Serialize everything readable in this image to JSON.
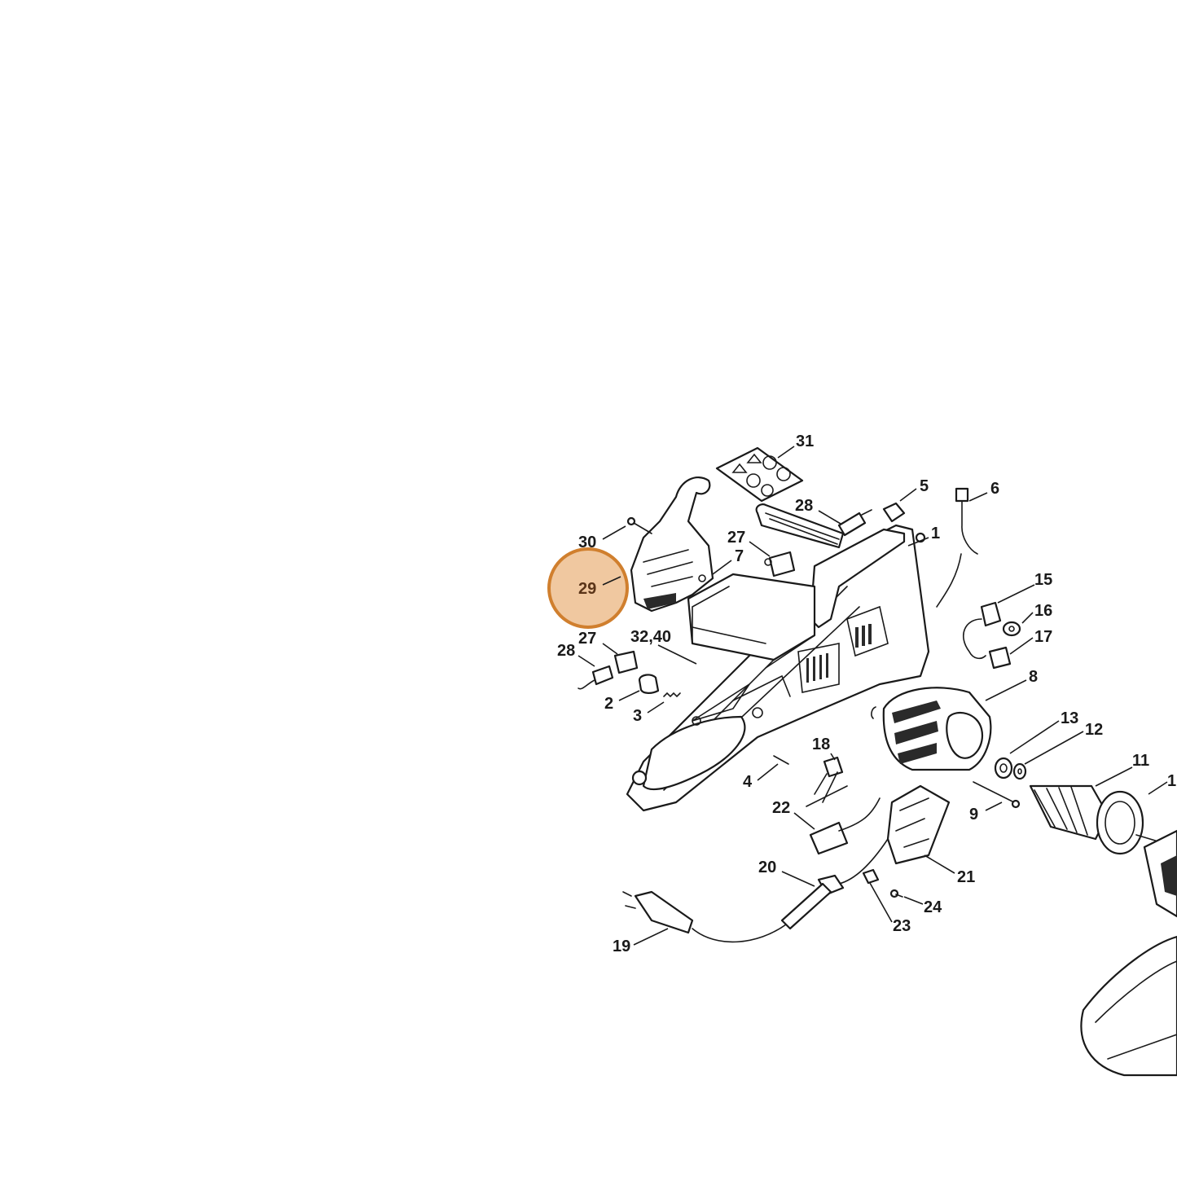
{
  "diagram": {
    "highlight_color": "#f0c8a0",
    "highlight_border": "#d07f2e",
    "highlighted_callout": "29",
    "callouts": [
      {
        "id": "c31",
        "text": "31"
      },
      {
        "id": "c5",
        "text": "5"
      },
      {
        "id": "c6",
        "text": "6"
      },
      {
        "id": "c28a",
        "text": "28"
      },
      {
        "id": "c1",
        "text": "1"
      },
      {
        "id": "c30",
        "text": "30"
      },
      {
        "id": "c27a",
        "text": "27"
      },
      {
        "id": "c7",
        "text": "7"
      },
      {
        "id": "c29",
        "text": "29"
      },
      {
        "id": "c15",
        "text": "15"
      },
      {
        "id": "c16",
        "text": "16"
      },
      {
        "id": "c17",
        "text": "17"
      },
      {
        "id": "c27b",
        "text": "27"
      },
      {
        "id": "c3240",
        "text": "32,40"
      },
      {
        "id": "c28b",
        "text": "28"
      },
      {
        "id": "c8",
        "text": "8"
      },
      {
        "id": "c2",
        "text": "2"
      },
      {
        "id": "c3",
        "text": "3"
      },
      {
        "id": "c13",
        "text": "13"
      },
      {
        "id": "c12",
        "text": "12"
      },
      {
        "id": "c18",
        "text": "18"
      },
      {
        "id": "c11",
        "text": "11"
      },
      {
        "id": "c1edge",
        "text": "1"
      },
      {
        "id": "c4",
        "text": "4"
      },
      {
        "id": "c22",
        "text": "22"
      },
      {
        "id": "c9",
        "text": "9"
      },
      {
        "id": "c20",
        "text": "20"
      },
      {
        "id": "c21",
        "text": "21"
      },
      {
        "id": "c24",
        "text": "24"
      },
      {
        "id": "c23",
        "text": "23"
      },
      {
        "id": "c19",
        "text": "19"
      }
    ]
  }
}
